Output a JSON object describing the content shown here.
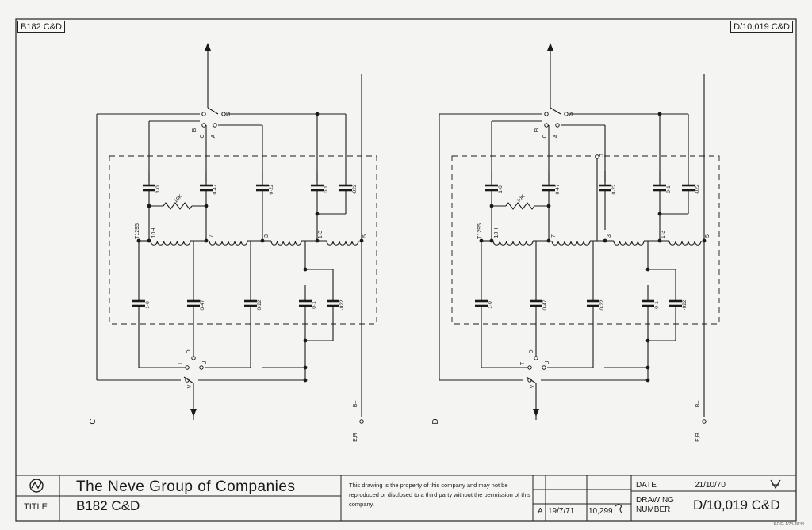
{
  "sheet": {
    "top_left_tag": "B182 C&D",
    "top_right_tag": "D/10,019 C&D"
  },
  "title_block": {
    "company": "The Neve Group of Companies",
    "title_label": "TITLE",
    "title": "B182 C&D",
    "notice": "This drawing is the property of this company and may not be reproduced or disclosed to a third party without the permission of this company.",
    "revision": {
      "letter": "A",
      "date": "19/7/71",
      "number": "10,299"
    },
    "date_label": "DATE",
    "date": "21/10/70",
    "drawing_number_label": "DRAWING NUMBER",
    "drawing_number": "D/10,019 C&D",
    "ref_code": "S.P.E. 1/74.28/44"
  },
  "circuits": [
    {
      "id": "C",
      "transformer": "T1295",
      "tap_labels": [
        "10H",
        "7",
        "3",
        "1·3",
        "5"
      ],
      "switch_contacts_top": [
        "B",
        "C",
        "A",
        "S"
      ],
      "switch_contacts_bottom": [
        "T",
        "D",
        "U",
        "V"
      ],
      "upper_caps": [
        "1·0",
        "0·47",
        "0·22",
        "0·1",
        "·022"
      ],
      "resistor": "10K",
      "lower_caps": [
        "1·0",
        "0·47",
        "0·22",
        "0·1",
        "·022"
      ],
      "terminals": [
        "B–",
        "E,R"
      ]
    },
    {
      "id": "D",
      "transformer": "T1295",
      "tap_labels": [
        "10H",
        "7",
        "3",
        "1·3",
        "5"
      ],
      "switch_contacts_top": [
        "B",
        "C",
        "A",
        "S"
      ],
      "switch_contacts_bottom": [
        "T",
        "D",
        "U",
        "V"
      ],
      "extra_contact": "J",
      "upper_caps": [
        "1·0",
        "0·47",
        "0·22",
        "0·1",
        "·022"
      ],
      "resistor": "10K",
      "lower_caps": [
        "1·0",
        "0·47",
        "0·22",
        "0·1",
        "·022"
      ],
      "terminals": [
        "B–",
        "E,R"
      ]
    }
  ]
}
